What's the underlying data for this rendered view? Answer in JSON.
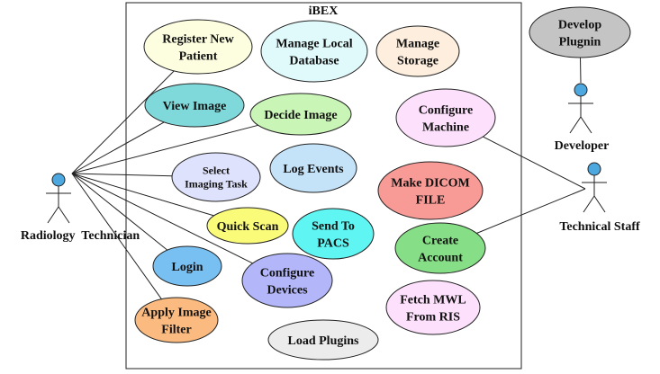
{
  "system": {
    "title": "iBEX"
  },
  "actors": [
    {
      "id": "radiology-technician",
      "label": "Radiology  Technician"
    },
    {
      "id": "technical-staff",
      "label": "Technical Staff"
    },
    {
      "id": "developer",
      "label": "Developer"
    }
  ],
  "use_cases": [
    {
      "id": "register-new-patient",
      "lines": [
        "Register New",
        "Patient"
      ],
      "fill": "#fdfde0"
    },
    {
      "id": "manage-local-database",
      "lines": [
        "Manage Local",
        "Database"
      ],
      "fill": "#e0fafc"
    },
    {
      "id": "manage-storage",
      "lines": [
        "Manage",
        "Storage"
      ],
      "fill": "#fdeedd"
    },
    {
      "id": "view-image",
      "lines": [
        "View Image"
      ],
      "fill": "#7fd9da"
    },
    {
      "id": "decide-image",
      "lines": [
        "Decide Image"
      ],
      "fill": "#c9f5b6"
    },
    {
      "id": "configure-machine",
      "lines": [
        "Configure",
        "Machine"
      ],
      "fill": "#fde0fb"
    },
    {
      "id": "select-imaging-task",
      "lines": [
        "Select",
        "Imaging Task"
      ],
      "fill": "#dfe2fc"
    },
    {
      "id": "log-events",
      "lines": [
        "Log Events"
      ],
      "fill": "#c5e3f8"
    },
    {
      "id": "make-dicom-file",
      "lines": [
        "Make DICOM",
        "FILE"
      ],
      "fill": "#f89a96"
    },
    {
      "id": "quick-scan",
      "lines": [
        "Quick Scan"
      ],
      "fill": "#fbfb7a"
    },
    {
      "id": "send-to-pacs",
      "lines": [
        "Send To",
        "PACS"
      ],
      "fill": "#5ef5f2"
    },
    {
      "id": "create-account",
      "lines": [
        "Create",
        "Account"
      ],
      "fill": "#86de86"
    },
    {
      "id": "login",
      "lines": [
        "Login"
      ],
      "fill": "#78bff2"
    },
    {
      "id": "configure-devices",
      "lines": [
        "Configure",
        "Devices"
      ],
      "fill": "#b3b7fa"
    },
    {
      "id": "apply-image-filter",
      "lines": [
        "Apply Image",
        "Filter"
      ],
      "fill": "#fbbb80"
    },
    {
      "id": "fetch-mwl-from-ris",
      "lines": [
        "Fetch MWL",
        "From RIS"
      ],
      "fill": "#fde0fb"
    },
    {
      "id": "load-plugins",
      "lines": [
        "Load Plugins"
      ],
      "fill": "#ececec"
    },
    {
      "id": "develop-plugnin",
      "lines": [
        "Develop",
        "Plugnin"
      ],
      "fill": "#c4c4c4"
    }
  ],
  "associations": [
    {
      "from": "radiology-technician",
      "to": "register-new-patient"
    },
    {
      "from": "radiology-technician",
      "to": "view-image"
    },
    {
      "from": "radiology-technician",
      "to": "decide-image"
    },
    {
      "from": "radiology-technician",
      "to": "select-imaging-task"
    },
    {
      "from": "radiology-technician",
      "to": "quick-scan"
    },
    {
      "from": "radiology-technician",
      "to": "configure-devices"
    },
    {
      "from": "radiology-technician",
      "to": "login"
    },
    {
      "from": "radiology-technician",
      "to": "apply-image-filter"
    },
    {
      "from": "technical-staff",
      "to": "configure-machine"
    },
    {
      "from": "technical-staff",
      "to": "create-account"
    },
    {
      "from": "developer",
      "to": "develop-plugnin"
    }
  ],
  "colors": {
    "actor_head": "#4ea8e0",
    "stroke": "#222222",
    "background": "#ffffff"
  }
}
